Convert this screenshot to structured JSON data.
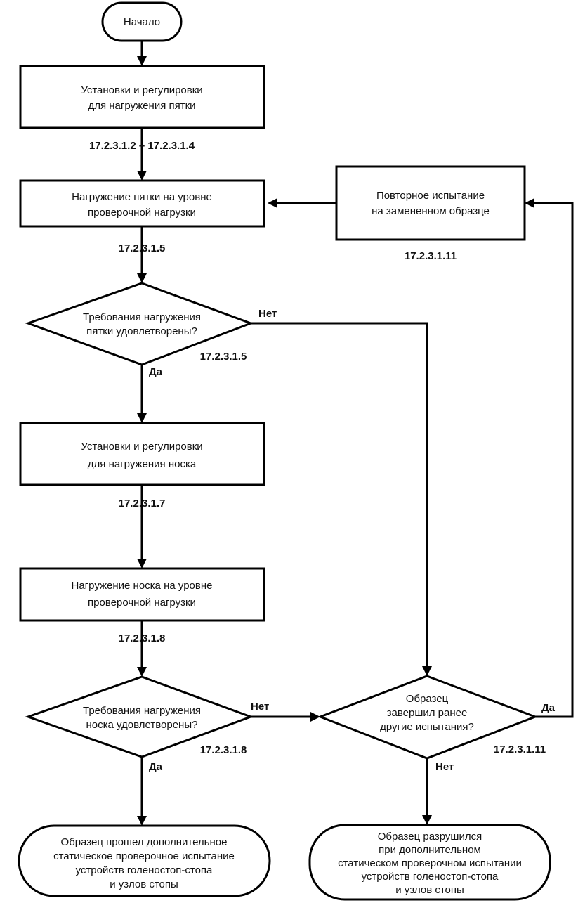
{
  "nodes": {
    "start": "Начало",
    "heel_setup": [
      "Установки и регулировки",
      "для нагружения пятки"
    ],
    "heel_load": [
      "Нагружение пятки на уровне",
      "проверочной нагрузки"
    ],
    "heel_check": [
      "Требования нагружения",
      "пятки удовлетворены?"
    ],
    "retest": [
      "Повторное испытание",
      "на замененном образце"
    ],
    "toe_setup": [
      "Установки и регулировки",
      "для нагружения носка"
    ],
    "toe_load": [
      "Нагружение носка на уровне",
      "проверочной нагрузки"
    ],
    "toe_check": [
      "Требования нагружения",
      "носка удовлетворены?"
    ],
    "prior_check": [
      "Образец",
      "завершил ранее",
      "другие испытания?"
    ],
    "end_pass": [
      "Образец прошел дополнительное",
      "статическое проверочное испытание",
      "устройств голеностоп-стопа",
      "и узлов стопы"
    ],
    "end_fail": [
      "Образец разрушился",
      "при дополнительном",
      "статическом проверочном испытании",
      "устройств голеностоп-стопа",
      "и узлов стопы"
    ]
  },
  "refs": {
    "heel_setup": "17.2.3.1.2 – 17.2.3.1.4",
    "heel_load": "17.2.3.1.5",
    "heel_check": "17.2.3.1.5",
    "retest": "17.2.3.1.11",
    "toe_setup": "17.2.3.1.7",
    "toe_load": "17.2.3.1.8",
    "toe_check": "17.2.3.1.8",
    "prior_check": "17.2.3.1.11"
  },
  "labels": {
    "heel_no": "Нет",
    "heel_yes": "Да",
    "toe_no": "Нет",
    "toe_yes": "Да",
    "prior_yes": "Да",
    "prior_no": "Нет"
  }
}
